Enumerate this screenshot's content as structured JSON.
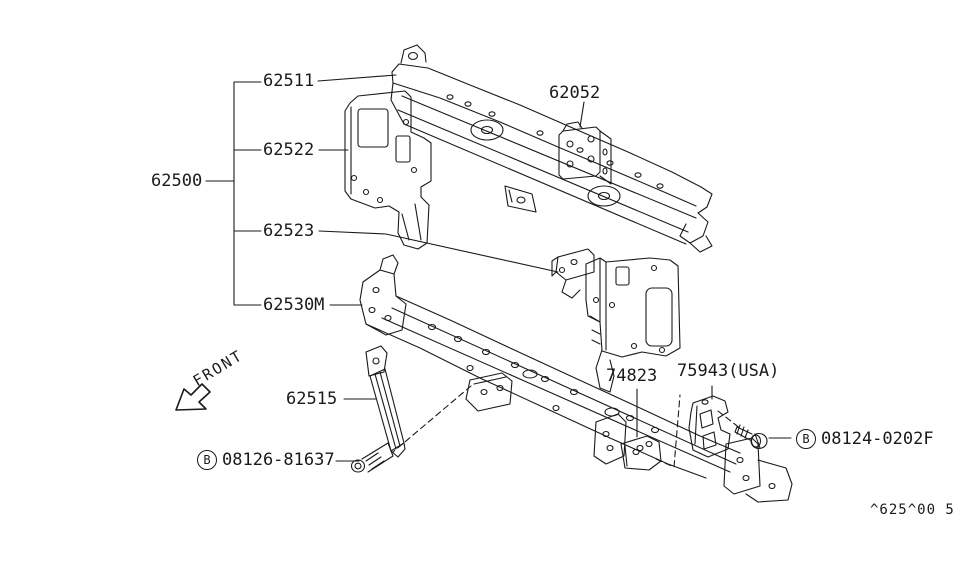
{
  "diagram": {
    "assembly": {
      "number": "62500"
    },
    "parts": {
      "n62511": "62511",
      "n62522": "62522",
      "n62523": "62523",
      "n62530M": "62530M",
      "n62052": "62052",
      "n62515": "62515",
      "n74823": "74823",
      "n75943": "75943(USA)"
    },
    "fasteners": {
      "b1": {
        "prefix": "B",
        "number": "08126-81637"
      },
      "b2": {
        "prefix": "B",
        "number": "08124-0202F"
      }
    },
    "front_indicator": "FRONT",
    "drawing_code": "^625^00 5",
    "icons": {
      "circled_b": "letter-B-in-circle",
      "front_arrow": "hollow-arrow-pointing-lower-left"
    },
    "colors": {
      "line": "#1a1a1a",
      "background": "#ffffff"
    }
  }
}
